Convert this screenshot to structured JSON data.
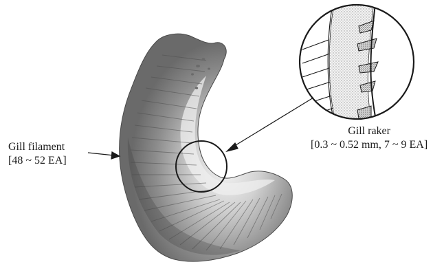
{
  "labels": {
    "gill_filament": {
      "name": "Gill filament",
      "detail": "[48 ~ 52 EA]"
    },
    "gill_raker": {
      "name": "Gill raker",
      "detail": "[0.3 ~ 0.52 mm, 7 ~ 9 EA]"
    }
  },
  "colors": {
    "ink": "#1a1a1a",
    "tissue_light": "#d9d9d9",
    "tissue_dark": "#5a5a5a",
    "background": "#ffffff"
  }
}
